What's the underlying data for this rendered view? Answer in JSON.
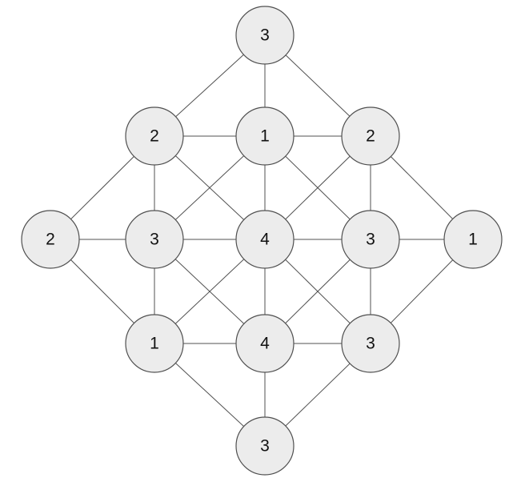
{
  "graph": {
    "nodes": [
      {
        "id": "n1",
        "label": "3"
      },
      {
        "id": "n2",
        "label": "2"
      },
      {
        "id": "n3",
        "label": "1"
      },
      {
        "id": "n4",
        "label": "2"
      },
      {
        "id": "n5",
        "label": "2"
      },
      {
        "id": "n6",
        "label": "3"
      },
      {
        "id": "n7",
        "label": "4"
      },
      {
        "id": "n8",
        "label": "3"
      },
      {
        "id": "n9",
        "label": "1"
      },
      {
        "id": "n10",
        "label": "1"
      },
      {
        "id": "n11",
        "label": "4"
      },
      {
        "id": "n12",
        "label": "3"
      },
      {
        "id": "n13",
        "label": "3"
      }
    ],
    "edges": [
      [
        "n1",
        "n2"
      ],
      [
        "n1",
        "n3"
      ],
      [
        "n1",
        "n4"
      ],
      [
        "n2",
        "n3"
      ],
      [
        "n3",
        "n4"
      ],
      [
        "n2",
        "n5"
      ],
      [
        "n2",
        "n6"
      ],
      [
        "n2",
        "n7"
      ],
      [
        "n3",
        "n6"
      ],
      [
        "n3",
        "n7"
      ],
      [
        "n3",
        "n8"
      ],
      [
        "n4",
        "n7"
      ],
      [
        "n4",
        "n8"
      ],
      [
        "n4",
        "n9"
      ],
      [
        "n5",
        "n6"
      ],
      [
        "n6",
        "n7"
      ],
      [
        "n7",
        "n8"
      ],
      [
        "n8",
        "n9"
      ],
      [
        "n5",
        "n10"
      ],
      [
        "n6",
        "n10"
      ],
      [
        "n6",
        "n11"
      ],
      [
        "n7",
        "n10"
      ],
      [
        "n7",
        "n11"
      ],
      [
        "n7",
        "n12"
      ],
      [
        "n8",
        "n11"
      ],
      [
        "n8",
        "n12"
      ],
      [
        "n9",
        "n12"
      ],
      [
        "n10",
        "n11"
      ],
      [
        "n11",
        "n12"
      ],
      [
        "n10",
        "n13"
      ],
      [
        "n11",
        "n13"
      ],
      [
        "n12",
        "n13"
      ]
    ]
  }
}
